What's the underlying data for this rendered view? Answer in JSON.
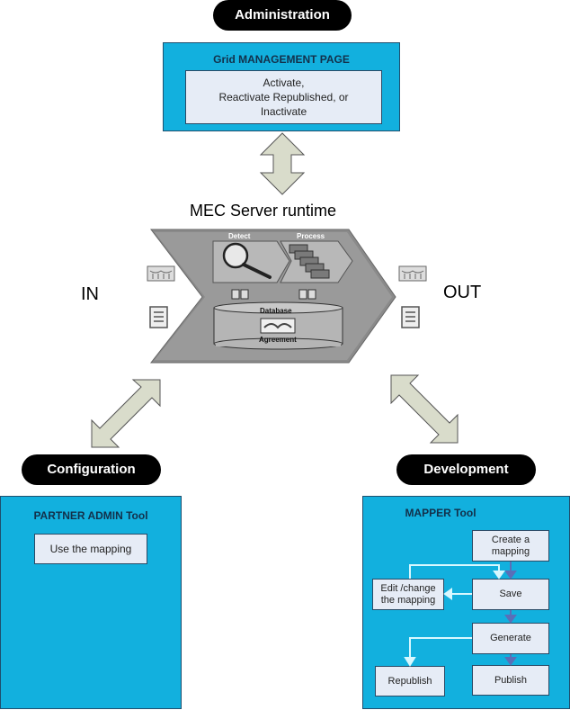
{
  "administration": {
    "pill_label": "Administration",
    "panel_title": "Grid MANAGEMENT PAGE",
    "box_lines": [
      "Activate,",
      "Reactivate Republished, or",
      "Inactivate"
    ]
  },
  "runtime": {
    "title": "MEC Server runtime",
    "in_label": "IN",
    "out_label": "OUT",
    "detect_label": "Detect",
    "process_label": "Process",
    "database_label": "Database",
    "agreement_label": "Agreement"
  },
  "configuration": {
    "pill_label": "Configuration",
    "panel_title": "PARTNER ADMIN Tool",
    "box_label": "Use the mapping"
  },
  "development": {
    "pill_label": "Development",
    "panel_title": "MAPPER Tool",
    "steps": {
      "create": "Create a mapping",
      "save": "Save",
      "edit": "Edit /change the mapping",
      "generate": "Generate",
      "republish": "Republish",
      "publish": "Publish"
    }
  },
  "colors": {
    "panel_blue": "#12b0de",
    "box_fill": "#e6ecf6",
    "arrow_fill": "#d9dccb",
    "flow_arrow_light": "#d8f8ff",
    "flow_arrow_dark": "#5a6fb8"
  }
}
